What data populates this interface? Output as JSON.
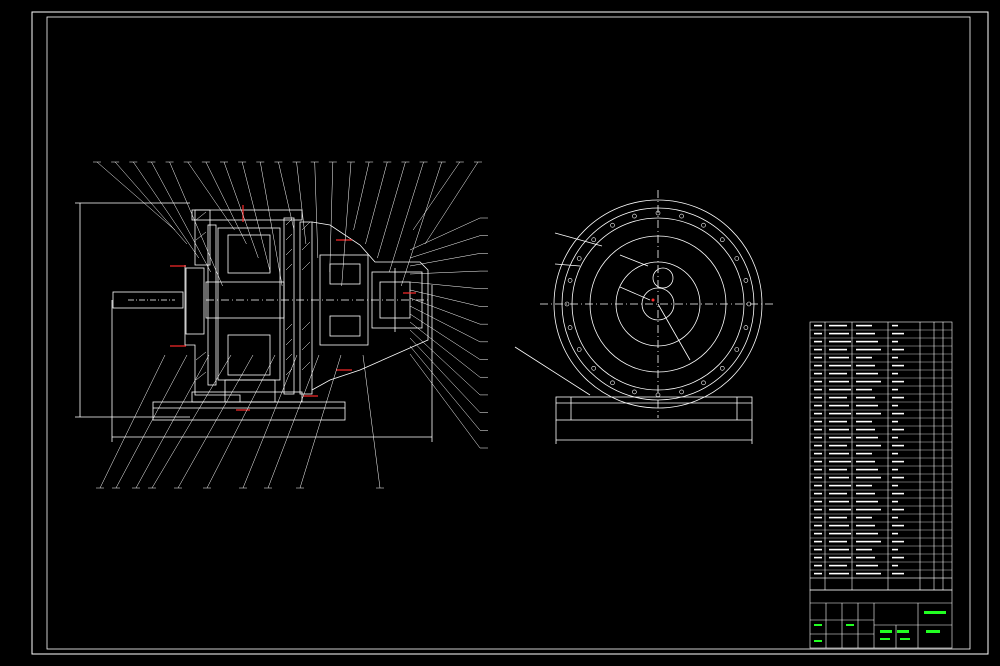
{
  "drawing": {
    "title_block_name": "",
    "drawing_number": "",
    "notes_heading": "",
    "notes_lines": [
      "",
      "",
      "",
      ""
    ]
  },
  "colors": {
    "background": "#000000",
    "line": "#ffffff",
    "accent_red": "#ff2a2a",
    "accent_green": "#22ff22",
    "leader": "#ffffff"
  },
  "section_view": {
    "balloon_count_top": 22,
    "balloon_count_right": 14,
    "balloon_count_bottom": 10
  },
  "end_view": {
    "bolt_holes": 24
  },
  "parts_list": {
    "row_count": 32
  }
}
